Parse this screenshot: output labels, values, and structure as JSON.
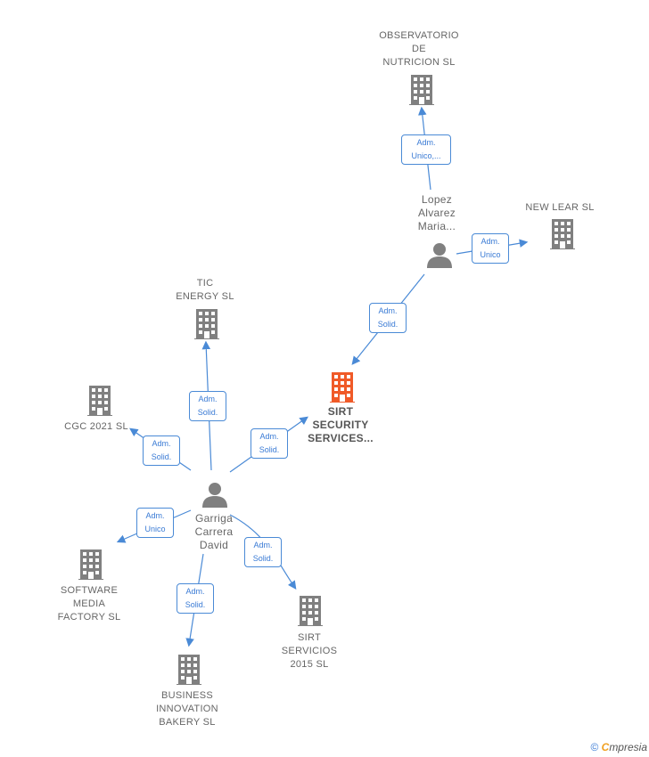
{
  "nodes": {
    "observatorio": {
      "lines": [
        "OBSERVATORIO",
        "DE",
        "NUTRICION  SL"
      ],
      "type": "company"
    },
    "new_lear": {
      "lines": [
        "NEW LEAR  SL"
      ],
      "type": "company"
    },
    "lopez": {
      "lines": [
        "Lopez",
        "Alvarez",
        "Maria..."
      ],
      "type": "person"
    },
    "tic_energy": {
      "lines": [
        "TIC",
        "ENERGY  SL"
      ],
      "type": "company"
    },
    "sirt_security": {
      "lines": [
        "SIRT",
        "SECURITY",
        "SERVICES..."
      ],
      "type": "company-focus"
    },
    "cgc": {
      "lines": [
        "CGC 2021  SL"
      ],
      "type": "company"
    },
    "garriga": {
      "lines": [
        "Garriga",
        "Carrera",
        "David"
      ],
      "type": "person"
    },
    "software": {
      "lines": [
        "SOFTWARE",
        "MEDIA",
        "FACTORY  SL"
      ],
      "type": "company"
    },
    "sirt_servicios": {
      "lines": [
        "SIRT",
        "SERVICIOS",
        "2015  SL"
      ],
      "type": "company"
    },
    "business": {
      "lines": [
        "BUSINESS",
        "INNOVATION",
        "BAKERY  SL"
      ],
      "type": "company"
    }
  },
  "relations": {
    "lopez_observatorio": [
      "Adm.",
      "Unico,..."
    ],
    "lopez_newlear": [
      "Adm.",
      "Unico"
    ],
    "lopez_sirt": [
      "Adm.",
      "Solid."
    ],
    "garriga_tic": [
      "Adm.",
      "Solid."
    ],
    "garriga_sirt": [
      "Adm.",
      "Solid."
    ],
    "garriga_cgc": [
      "Adm.",
      "Solid."
    ],
    "garriga_software": [
      "Adm.",
      "Unico"
    ],
    "garriga_sirt_servicios": [
      "Adm.",
      "Solid."
    ],
    "garriga_business": [
      "Adm.",
      "Solid."
    ]
  },
  "colors": {
    "company": "#808080",
    "focus": "#f05a28",
    "person": "#808080",
    "edge": "#4a8ad6"
  },
  "icons": {
    "company": "building-icon",
    "person": "person-icon",
    "copyright": "copyright-icon"
  },
  "footer": {
    "copyright": "©",
    "brand_initial": "C",
    "brand_rest": "mpresia"
  }
}
